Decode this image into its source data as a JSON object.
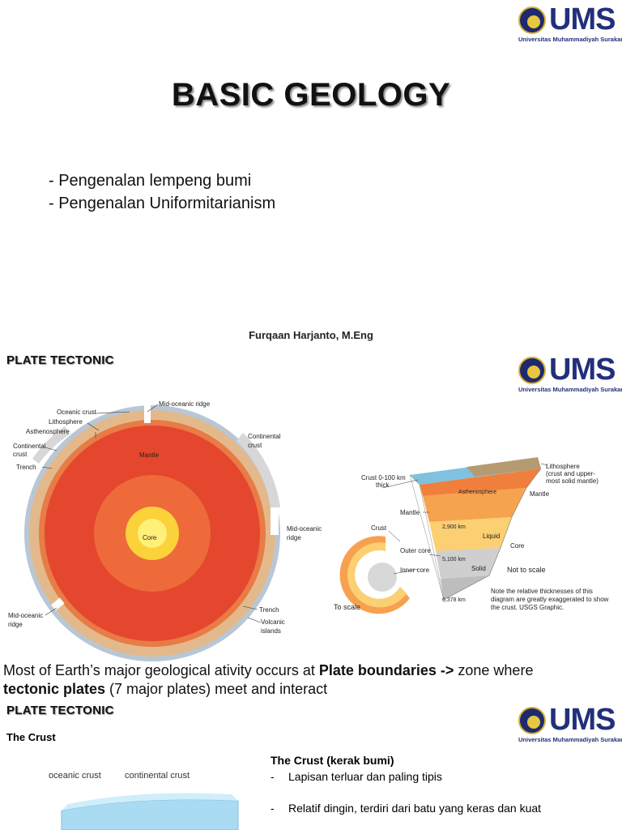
{
  "logo": {
    "word": "UMS",
    "subtitle": "Universitas Muhammadiyah Surakarta"
  },
  "slide1": {
    "title": "BASIC GEOLOGY",
    "bullets": [
      "- Pengenalan lempeng bumi",
      "- Pengenalan Uniformitarianism"
    ],
    "author": "Furqaan Harjanto, M.Eng"
  },
  "slide2": {
    "heading": "PLATE TECTONIC",
    "globe_labels": {
      "mid_ridge_top": "Mid-oceanic ridge",
      "oceanic_crust": "Oceanic crust",
      "lithosphere": "Lithosphere",
      "asthenosphere": "Asthenosphere",
      "continental_left_1": "Continental",
      "continental_left_2": "crust",
      "trench_left": "Trench",
      "mantle": "Mantle",
      "core": "Core",
      "continental_right_1": "Continental",
      "continental_right_2": "crust",
      "mid_ridge_right_1": "Mid-oceanic",
      "mid_ridge_right_2": "ridge",
      "mid_ridge_bottom_1": "Mid-oceanic",
      "mid_ridge_bottom_2": "ridge",
      "trench_right": "Trench",
      "volcanic_1": "Volcanic",
      "volcanic_2": "islands"
    },
    "wedge_labels": {
      "crust_thick_1": "Crust 0-100 km",
      "crust_thick_2": "thick",
      "asthenosphere": "Asthenosphere",
      "lithosphere_1": "Lithosphere",
      "lithosphere_2": "(crust and upper-",
      "lithosphere_3": "most solid mantle)",
      "mantle_right": "Mantle",
      "mantle_left": "Mantle",
      "crust": "Crust",
      "km2900": "2,900 km",
      "liquid": "Liquid",
      "core": "Core",
      "outer_core": "Outer core",
      "km5100": "5,100 km",
      "solid": "Solid",
      "not_to_scale": "Not to scale",
      "inner_core": "Inner core",
      "note_1": "Note the relative thicknesses of this",
      "note_2": "diagram are greatly exaggerated to show",
      "note_3": "the crust.  USGS Graphic.",
      "to_scale": "To scale",
      "km6378": "6,378 km"
    },
    "text_plain_1": "Most of Earth’s major geological ativity occurs at ",
    "text_bold_1": "Plate boundaries ->",
    "text_plain_2": " zone where",
    "text_bold_2": "tectonic plates",
    "text_plain_3": " (7 major plates) meet and interact"
  },
  "slide3": {
    "heading": "PLATE TECTONIC",
    "subheading": "The Crust",
    "diagram_labels": {
      "oceanic": "oceanic crust",
      "continental": "continental crust"
    },
    "crust_title": "The Crust (kerak bumi)",
    "items": [
      "Lapisan terluar dan paling tipis",
      "Relatif dingin, terdiri dari batu yang keras dan kuat"
    ]
  }
}
